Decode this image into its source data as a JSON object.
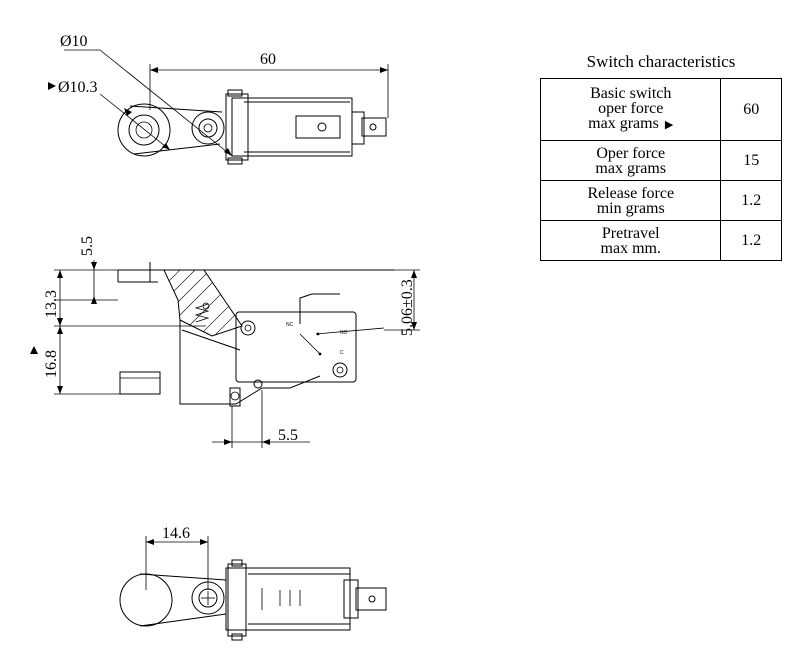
{
  "table": {
    "title": "Switch characteristics",
    "rows": [
      {
        "lines": [
          "Basic switch",
          "oper force",
          "max grams"
        ],
        "value": "60"
      },
      {
        "lines": [
          "Oper force",
          "max grams"
        ],
        "value": "15"
      },
      {
        "lines": [
          "Release force",
          "min grams"
        ],
        "value": "1.2"
      },
      {
        "lines": [
          "Pretravel",
          "max mm."
        ],
        "value": "1.2"
      }
    ]
  },
  "dimensions": {
    "top_view": {
      "dia_inner": "Ø10",
      "dia_outer": "Ø10.3",
      "length": "60"
    },
    "side_view": {
      "d_5_5_top": "5.5",
      "d_13_3": "13.3",
      "d_16_8": "16.8",
      "d_5_06": "5.06±0.3",
      "d_5_5_bottom": "5.5"
    },
    "bottom_view": {
      "d_14_6": "14.6"
    }
  },
  "switch_labels": {
    "no": "NO",
    "c": "C",
    "nc": "NC"
  },
  "colors": {
    "line": "#000000",
    "background": "#ffffff"
  }
}
